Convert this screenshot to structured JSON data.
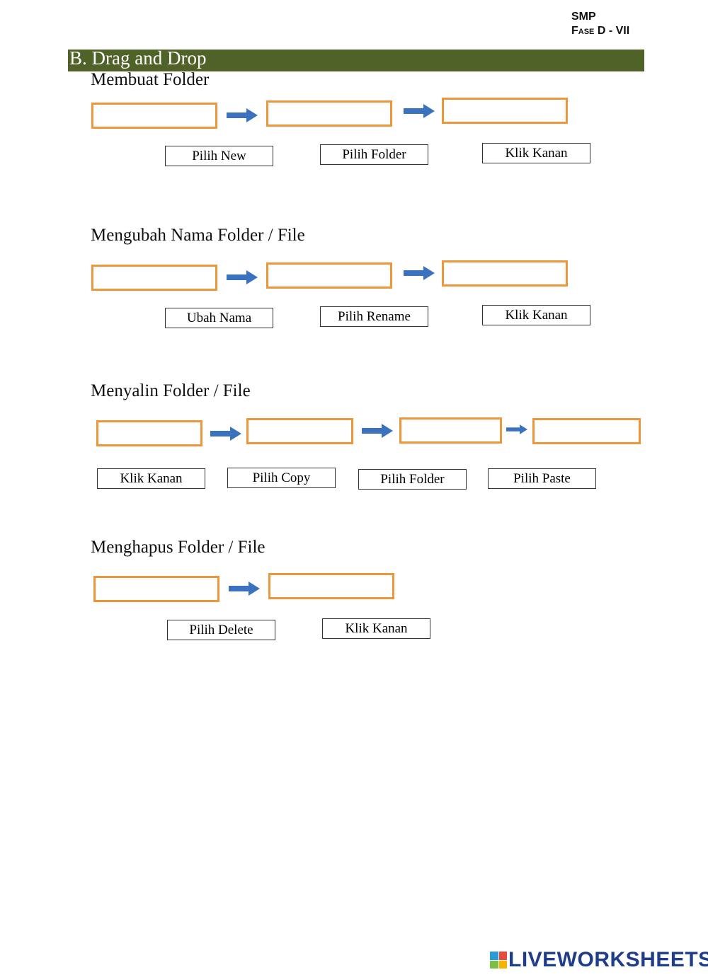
{
  "header": {
    "school": "SMP",
    "phase": "Fase D - VII",
    "section_title": "B. Drag and Drop"
  },
  "colors": {
    "banner": "#4f6228",
    "drop_border": "#f0963a",
    "arrow": "#3a72c0"
  },
  "sections": [
    {
      "title": "Membuat Folder",
      "chips": [
        "Pilih New",
        "Pilih Folder",
        "Klik Kanan"
      ]
    },
    {
      "title": "Mengubah Nama Folder / File",
      "chips": [
        "Ubah Nama",
        "Pilih Rename",
        "Klik Kanan"
      ]
    },
    {
      "title": "Menyalin Folder / File",
      "chips": [
        "Klik Kanan",
        "Pilih Copy",
        "Pilih Folder",
        "Pilih Paste"
      ]
    },
    {
      "title": "Menghapus Folder / File",
      "chips": [
        "Pilih Delete",
        "Klik Kanan"
      ]
    }
  ],
  "footer": {
    "logo_text": "LIVEWORKSHEETS",
    "logo_icon": "liveworksheets-logo-icon"
  }
}
